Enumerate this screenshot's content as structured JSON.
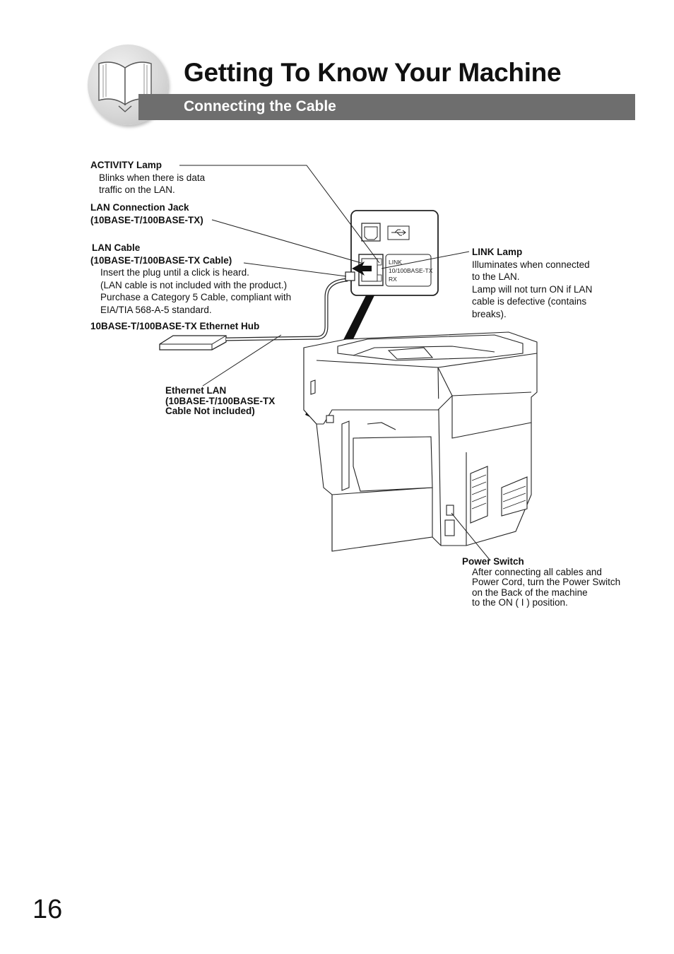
{
  "header": {
    "title": "Getting To Know Your Machine",
    "section": "Connecting the Cable",
    "book_icon": "open-book-icon"
  },
  "callouts": {
    "activity_lamp": {
      "title": "ACTIVITY Lamp",
      "lines": [
        "Blinks when there is data",
        "traffic on the LAN."
      ]
    },
    "lan_jack": {
      "title_line1": "LAN Connection Jack",
      "title_line2": "(10BASE-T/100BASE-TX)"
    },
    "lan_cable": {
      "title_line1": "LAN Cable",
      "title_line2": "(10BASE-T/100BASE-TX Cable)",
      "lines": [
        "Insert the plug until a click is heard.",
        "(LAN cable is not included with the product.)",
        "Purchase a Category 5 Cable, compliant with",
        "EIA/TIA 568-A-5 standard."
      ]
    },
    "ethernet_hub": {
      "title": "10BASE-T/100BASE-TX Ethernet Hub"
    },
    "ethernet_lan": {
      "lines": [
        "Ethernet LAN",
        "(10BASE-T/100BASE-TX",
        "Cable Not included)"
      ]
    },
    "link_lamp": {
      "title": "LINK Lamp",
      "lines": [
        "Illuminates when connected",
        "to the LAN.",
        "Lamp will not turn ON if LAN",
        "cable is defective (contains",
        "breaks)."
      ]
    },
    "power_switch": {
      "title": "Power Switch",
      "lines": [
        "After connecting all cables and",
        "Power Cord, turn the Power Switch",
        "on the Back of the machine",
        "to the ON ( I ) position."
      ]
    }
  },
  "port_panel": {
    "link_label": "LINK",
    "speed_label": "10/100BASE-TX",
    "rx_label": "RX",
    "usb_icon": "usb-icon"
  },
  "page_number": "16"
}
